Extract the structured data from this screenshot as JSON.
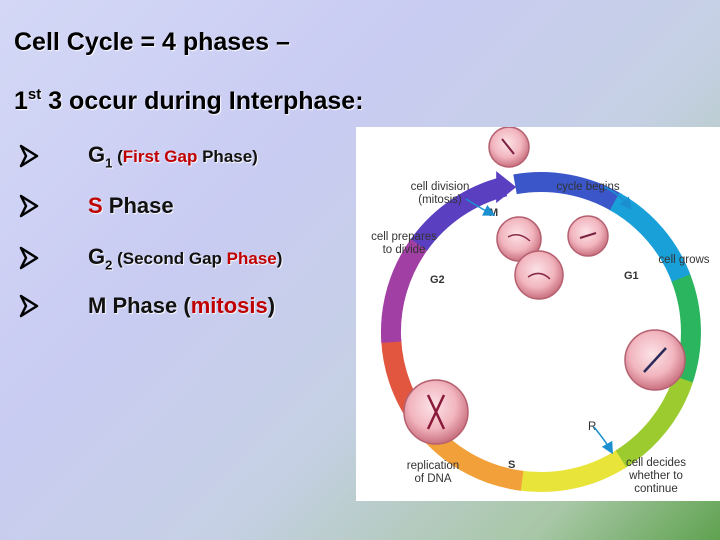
{
  "title": {
    "line1": "Cell Cycle = 4 phases –",
    "line2_prefix": "1",
    "line2_sup": "st",
    "line2_rest": " 3 occur during Interphase:"
  },
  "bullets": [
    {
      "main": "G",
      "sub": "1",
      "open": " (",
      "highlight": "First Gap",
      "after": " Phase)"
    },
    {
      "highlight": "S",
      "after": " Phase"
    },
    {
      "main": "G",
      "sub": "2",
      "before": " (Second Gap ",
      "highlight": "Phase",
      "close": ")"
    },
    {
      "before": "M Phase (",
      "highlight": "mitosis",
      "close": ")"
    }
  ],
  "diagram": {
    "labels": {
      "cell_division": "cell division",
      "mitosis": "(mitosis)",
      "cycle_begins": "cycle begins",
      "cell_prepares": "cell prepares",
      "to_divide": "to divide",
      "cell_grows": "cell grows",
      "replication": "replication",
      "of_dna": "of DNA",
      "cell_decides": "cell decides",
      "whether_to": "whether to",
      "continue": "continue"
    },
    "phases": {
      "m": "M",
      "g1": "G1",
      "g2": "G2",
      "s": "S",
      "r": "R"
    }
  },
  "colors": {
    "accent_red": "#c00000",
    "ring": [
      "#3a56c8",
      "#1aa0d8",
      "#2bb55e",
      "#9ccb2f",
      "#e9e43a",
      "#f2a03a",
      "#e2563f",
      "#a23fa4",
      "#5a3fc0"
    ]
  }
}
